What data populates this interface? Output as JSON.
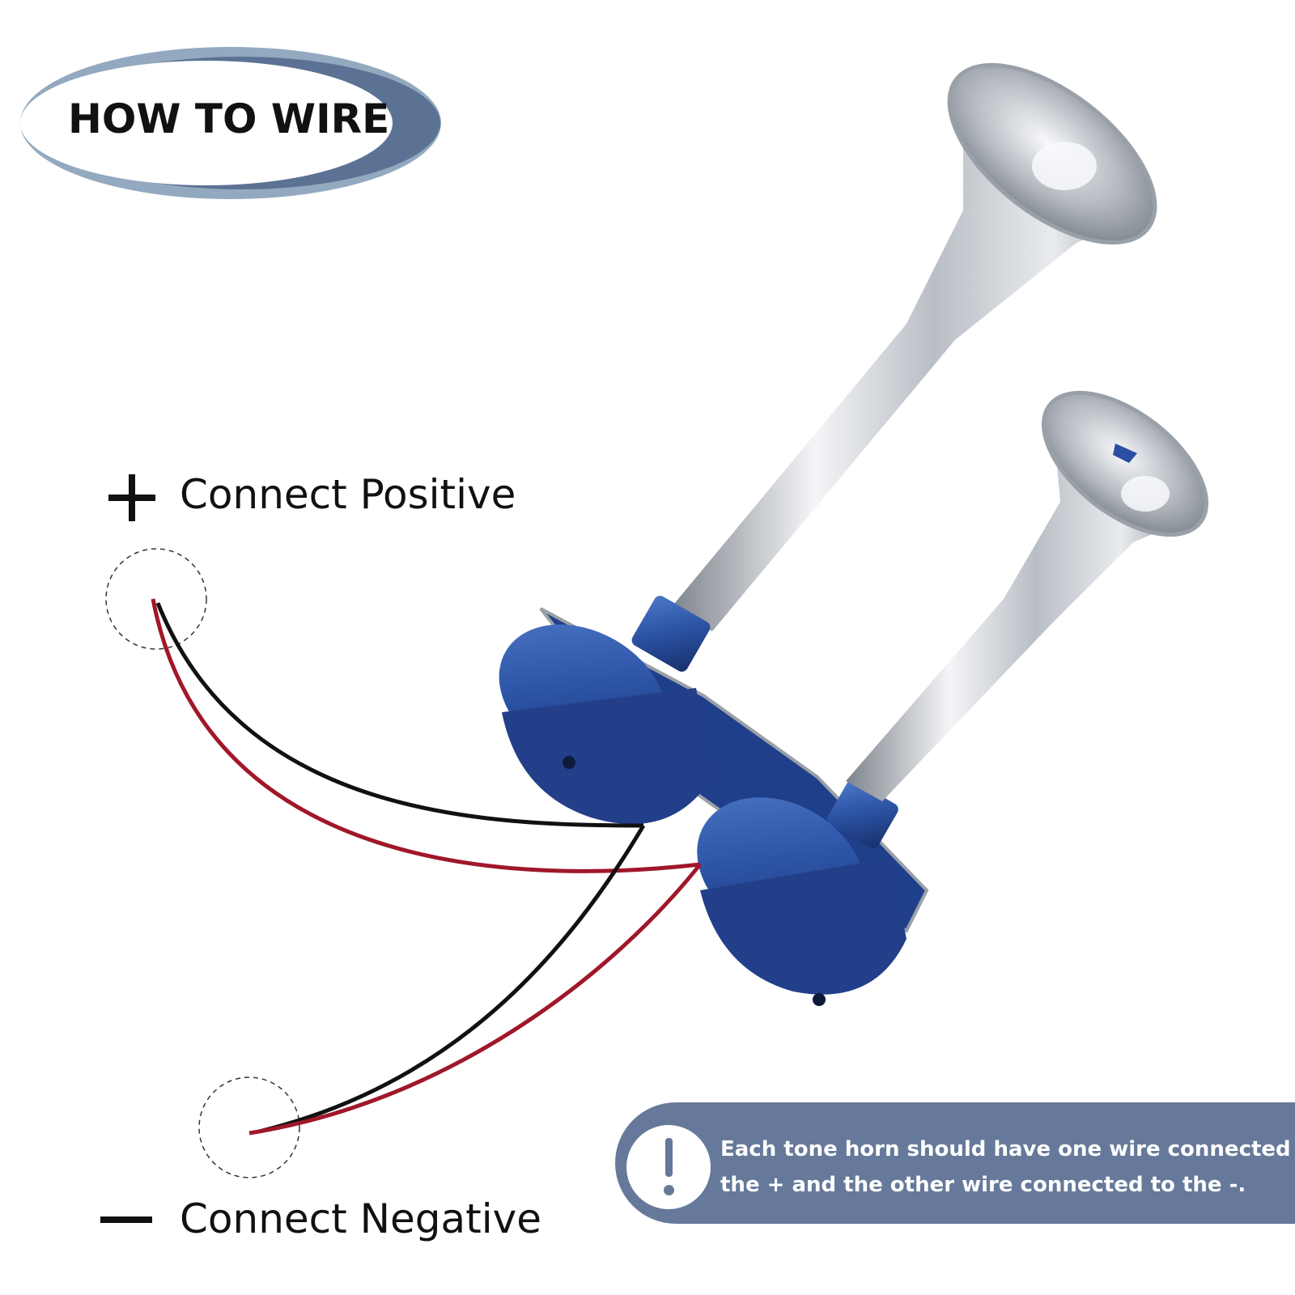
{
  "badge": {
    "title": "HOW TO WIRE"
  },
  "labels": {
    "positive": "Connect Positive",
    "negative": "Connect Negative"
  },
  "note": {
    "lines": [
      "Each tone horn should have one wire connected to",
      "the + and the other wire connected to the -."
    ]
  },
  "colors": {
    "badge_outer": "#93a9bf",
    "badge_crescent": "#5c7294",
    "note_background": "#66799a",
    "wire_red": "#a0172a",
    "wire_black": "#111111",
    "horn_base": "#2a4fa2",
    "horn_chrome": "#c9cdd2"
  },
  "icons": {
    "plus": "plus-sign-icon",
    "minus": "minus-sign-icon",
    "note": "exclamation-icon"
  }
}
